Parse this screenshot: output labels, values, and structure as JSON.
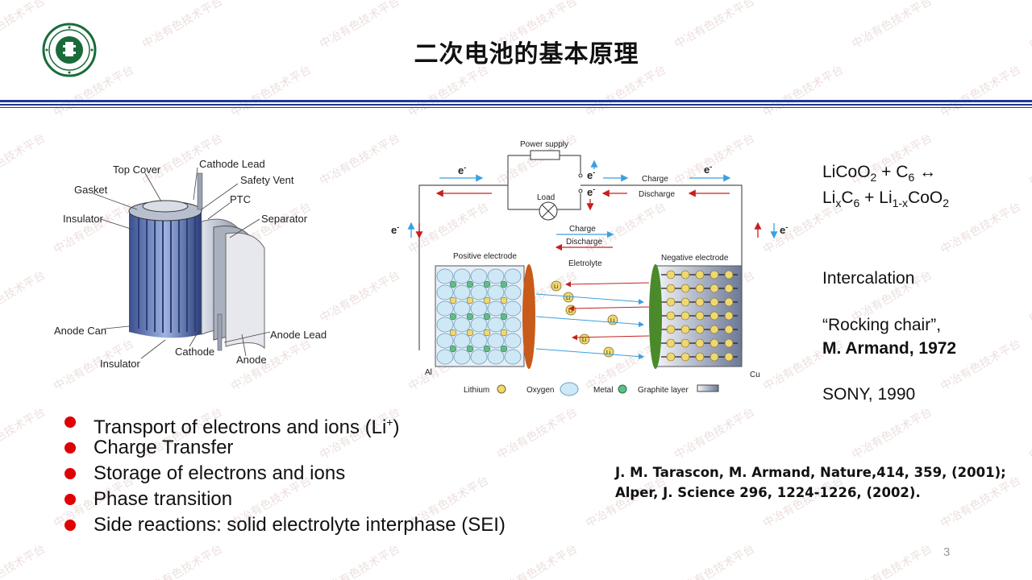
{
  "title": "二次电池的基本原理",
  "logo": {
    "icon": "university-seal-icon",
    "color": "#1a6b3a"
  },
  "cell_figure": {
    "labels": {
      "top_cover": "Top Cover",
      "cathode_lead": "Cathode Lead",
      "gasket": "Gasket",
      "safety_vent": "Safety Vent",
      "ptc": "PTC",
      "insulator_top": "Insulator",
      "separator": "Separator",
      "anode_can": "Anode Can",
      "anode_lead": "Anode Lead",
      "cathode": "Cathode",
      "anode": "Anode",
      "insulator_bottom": "Insulator"
    }
  },
  "mechanism_figure": {
    "power_supply": "Power supply",
    "load": "Load",
    "charge": "Charge",
    "discharge": "Discharge",
    "charge_mid": "Charge",
    "discharge_mid": "Discharge",
    "electron": "e",
    "positive_electrode": "Positive electrode",
    "negative_electrode": "Negative electrode",
    "electrolyte": "Eletrolyte",
    "al": "Al",
    "cu": "Cu",
    "li": "Li",
    "legend": {
      "lithium": "Lithium",
      "oxygen": "Oxygen",
      "metal": "Metal",
      "graphite": "Graphite layer"
    }
  },
  "reaction": {
    "licoo": "LiCoO",
    "sub2": "2",
    "plus_c": " + C",
    "sub6": "6",
    "arrow": " ↔",
    "lix": "Li",
    "subx": "x",
    "c": "C",
    "sub6b": "6",
    "plus_li": " + Li",
    "sub1x": "1-x",
    "coo": "CoO",
    "sub2b": "2"
  },
  "notes": {
    "intercalation": "Intercalation",
    "rocking_chair": "“Rocking chair”,",
    "armand": "M. Armand, 1972",
    "sony": "SONY, 1990"
  },
  "bullets": {
    "b1_text": "Transport of electrons and ions (Li",
    "b1_sup": "+",
    "b1_end": ")",
    "b2": "Charge Transfer",
    "b3": "Storage of electrons and ions",
    "b4": "Phase transition",
    "b5": "Side reactions: solid electrolyte interphase (SEI)"
  },
  "references": {
    "ref1": "J. M. Tarascon, M. Armand, Nature,414, 359, (2001);",
    "ref2": "Alper, J. Science 296, 1224-1226, (2002)."
  },
  "page_number": "3",
  "watermark": "中冶有色技术平台",
  "colors": {
    "bullet": "#e00000",
    "rule": "#1f3a93",
    "positive": "#c85a1a",
    "negative": "#4a8a2a"
  }
}
